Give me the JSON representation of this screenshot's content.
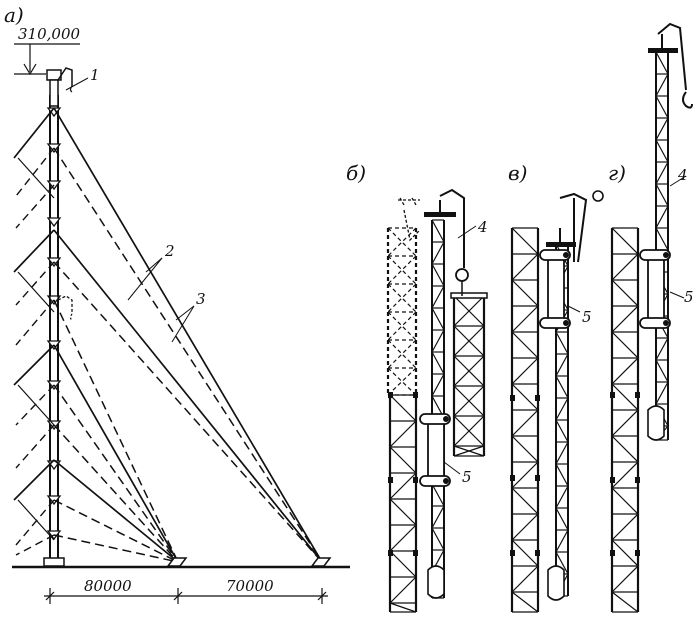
{
  "labels": {
    "panel_a": "а)",
    "panel_b": "б)",
    "panel_v": "в)",
    "panel_g": "г)",
    "elevation": "310,000",
    "dim_left": "80000",
    "dim_right": "70000",
    "callout_1": "1",
    "callout_2": "2",
    "callout_3": "3",
    "callout_4_b": "4",
    "callout_4_g": "4",
    "callout_5_b": "5",
    "callout_5_v": "5",
    "callout_5_g": "5"
  },
  "colors": {
    "ink": "#111111",
    "paper": "#ffffff"
  }
}
